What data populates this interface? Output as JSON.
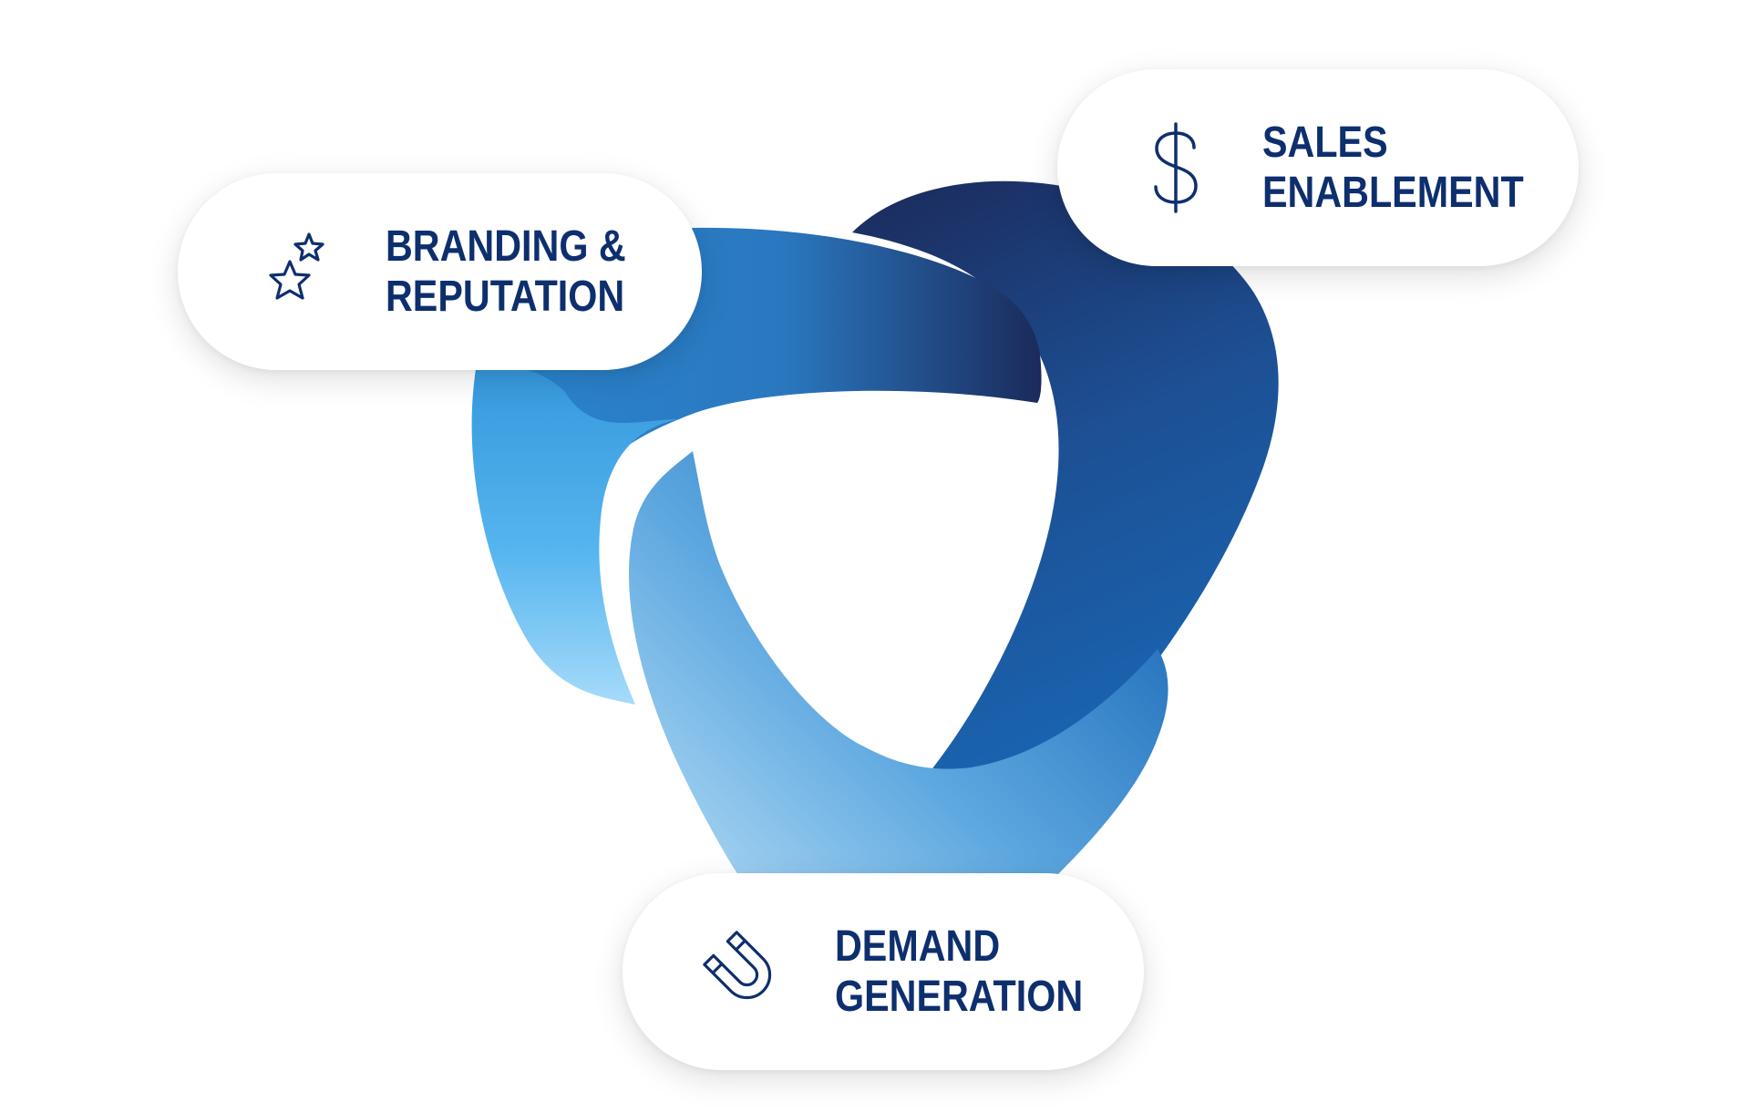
{
  "diagram": {
    "colors": {
      "label_text": "#0e2f6e",
      "icon_stroke": "#0e2f6e",
      "ribbon_light": "#9fd6f8",
      "ribbon_mid": "#2f8fd6",
      "ribbon_dark": "#1a2a5a",
      "pill_background": "#ffffff"
    },
    "pills": {
      "branding": {
        "icon": "stars-icon",
        "line1": "BRANDING &",
        "line2": "REPUTATION"
      },
      "sales": {
        "icon": "dollar-icon",
        "line1": "SALES",
        "line2": "ENABLEMENT"
      },
      "demand": {
        "icon": "magnet-icon",
        "line1": "DEMAND",
        "line2": "GENERATION"
      }
    }
  }
}
